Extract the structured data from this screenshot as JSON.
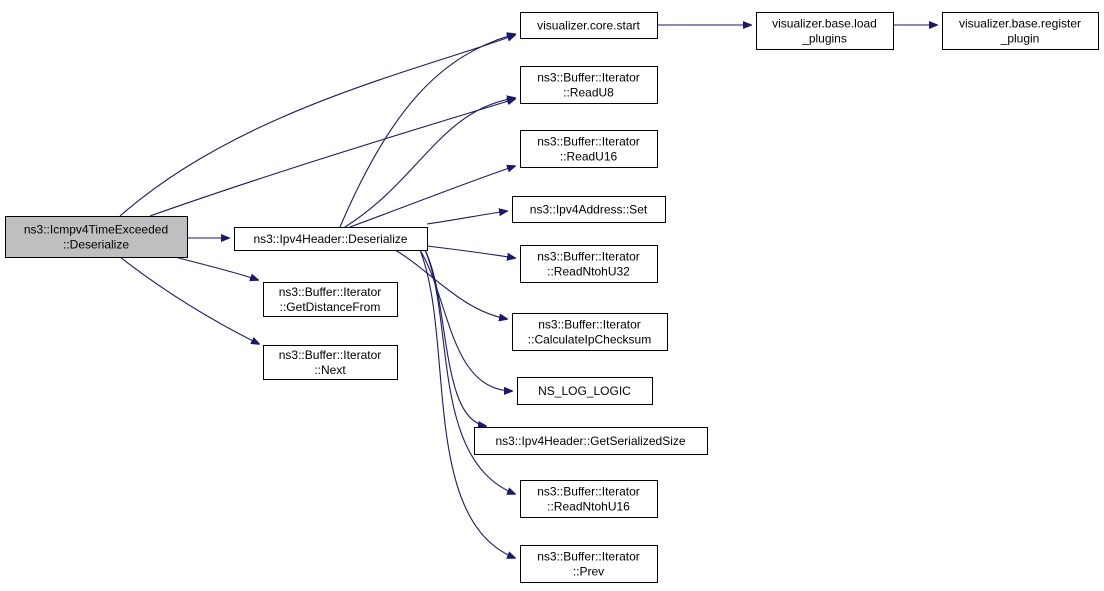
{
  "colors": {
    "edge": "#191970",
    "node_fill": "#ffffff",
    "node_fill_selected": "#bfbfbf",
    "node_border": "#000000"
  },
  "nodes": [
    {
      "id": "icmpv4",
      "lines": [
        "ns3::Icmpv4TimeExceeded",
        "::Deserialize"
      ],
      "selected": true
    },
    {
      "id": "ipv4hdr_deser",
      "lines": [
        "ns3::Ipv4Header::Deserialize"
      ]
    },
    {
      "id": "getdist",
      "lines": [
        "ns3::Buffer::Iterator",
        "::GetDistanceFrom"
      ]
    },
    {
      "id": "next",
      "lines": [
        "ns3::Buffer::Iterator",
        "::Next"
      ]
    },
    {
      "id": "viz_start",
      "lines": [
        "visualizer.core.start"
      ]
    },
    {
      "id": "readu8",
      "lines": [
        "ns3::Buffer::Iterator",
        "::ReadU8"
      ]
    },
    {
      "id": "readu16",
      "lines": [
        "ns3::Buffer::Iterator",
        "::ReadU16"
      ]
    },
    {
      "id": "ipv4addr_set",
      "lines": [
        "ns3::Ipv4Address::Set"
      ]
    },
    {
      "id": "readntohu32",
      "lines": [
        "ns3::Buffer::Iterator",
        "::ReadNtohU32"
      ]
    },
    {
      "id": "calcip",
      "lines": [
        "ns3::Buffer::Iterator",
        "::CalculateIpChecksum"
      ]
    },
    {
      "id": "nslog",
      "lines": [
        "NS_LOG_LOGIC"
      ]
    },
    {
      "id": "getser",
      "lines": [
        "ns3::Ipv4Header::GetSerializedSize"
      ]
    },
    {
      "id": "readntohu16",
      "lines": [
        "ns3::Buffer::Iterator",
        "::ReadNtohU16"
      ]
    },
    {
      "id": "prev",
      "lines": [
        "ns3::Buffer::Iterator",
        "::Prev"
      ]
    },
    {
      "id": "load_plugins",
      "lines": [
        "visualizer.base.load",
        "_plugins"
      ]
    },
    {
      "id": "register_plugin",
      "lines": [
        "visualizer.base.register",
        "_plugin"
      ]
    }
  ],
  "edges": [
    {
      "from": "icmpv4",
      "to": "viz_start"
    },
    {
      "from": "icmpv4",
      "to": "readu8"
    },
    {
      "from": "icmpv4",
      "to": "ipv4hdr_deser"
    },
    {
      "from": "icmpv4",
      "to": "getdist"
    },
    {
      "from": "icmpv4",
      "to": "next"
    },
    {
      "from": "ipv4hdr_deser",
      "to": "viz_start"
    },
    {
      "from": "ipv4hdr_deser",
      "to": "readu8"
    },
    {
      "from": "ipv4hdr_deser",
      "to": "readu16"
    },
    {
      "from": "ipv4hdr_deser",
      "to": "ipv4addr_set"
    },
    {
      "from": "ipv4hdr_deser",
      "to": "readntohu32"
    },
    {
      "from": "ipv4hdr_deser",
      "to": "calcip"
    },
    {
      "from": "ipv4hdr_deser",
      "to": "nslog"
    },
    {
      "from": "ipv4hdr_deser",
      "to": "getser"
    },
    {
      "from": "ipv4hdr_deser",
      "to": "readntohu16"
    },
    {
      "from": "ipv4hdr_deser",
      "to": "prev"
    },
    {
      "from": "viz_start",
      "to": "load_plugins"
    },
    {
      "from": "load_plugins",
      "to": "register_plugin"
    }
  ]
}
